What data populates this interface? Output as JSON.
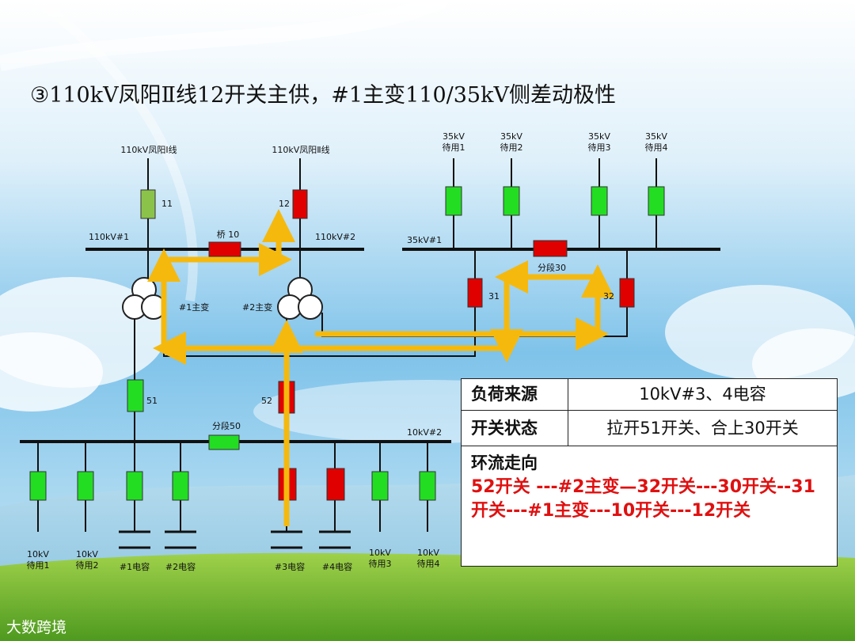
{
  "title": "③110kV凤阳Ⅱ线12开关主供，#1主变110/35kV侧差动极性",
  "lines": {
    "line1": "110kV凤阳Ⅰ线",
    "line2": "110kV凤阳Ⅱ线"
  },
  "buses": {
    "b110_1": "110kV#1",
    "b110_2": "110kV#2",
    "b35_1": "35kV#1",
    "b10_2": "10kV#2"
  },
  "switches": {
    "s11": "11",
    "s12": "12",
    "bridge": "桥 10",
    "s51": "51",
    "s52": "52",
    "s31": "31",
    "s32": "32",
    "seg30": "分段30",
    "seg50": "分段50"
  },
  "transformers": {
    "t1": "#1主变",
    "t2": "#2主变"
  },
  "feeders35": [
    {
      "l1": "35kV",
      "l2": "待用1"
    },
    {
      "l1": "35kV",
      "l2": "待用2"
    },
    {
      "l1": "35kV",
      "l2": "待用3"
    },
    {
      "l1": "35kV",
      "l2": "待用4"
    }
  ],
  "feeders10": [
    {
      "l1": "10kV",
      "l2": "待用1"
    },
    {
      "l1": "10kV",
      "l2": "待用2"
    },
    {
      "l1": "",
      "l2": "#1电容"
    },
    {
      "l1": "",
      "l2": "#2电容"
    },
    {
      "l1": "",
      "l2": "#3电容"
    },
    {
      "l1": "",
      "l2": "#4电容"
    },
    {
      "l1": "10kV",
      "l2": "待用3"
    },
    {
      "l1": "10kV",
      "l2": "待用4"
    }
  ],
  "info": {
    "load_source_label": "负荷来源",
    "load_source_value": "10kV#3、4电容",
    "switch_state_label": "开关状态",
    "switch_state_value": "拉开51开关、合上30开关",
    "flow_label": "环流走向",
    "flow_value": "52开关 ---#2主变—32开关---30开关--31开关---#1主变---10开关---12开关"
  },
  "logo": "大数跨境",
  "colors": {
    "closed": "#e00000",
    "open": "#22dd22",
    "standby": "#8bc34a",
    "arrow": "#f5b90e"
  }
}
